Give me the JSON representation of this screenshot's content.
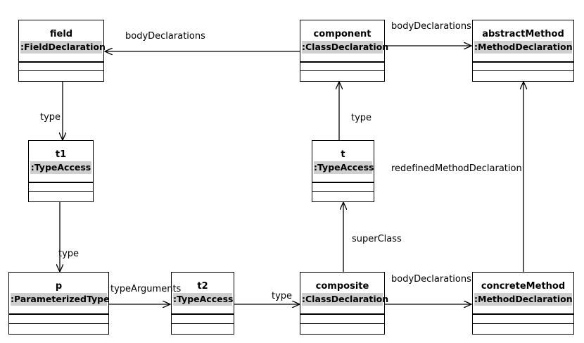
{
  "nodes": {
    "field": {
      "name": "field",
      "type": ":FieldDeclaration"
    },
    "component": {
      "name": "component",
      "type": ":ClassDeclaration"
    },
    "abstractMethod": {
      "name": "abstractMethod",
      "type": ":MethodDeclaration"
    },
    "t1": {
      "name": "t1",
      "type": ":TypeAccess"
    },
    "t": {
      "name": "t",
      "type": ":TypeAccess"
    },
    "p": {
      "name": "p",
      "type": ":ParameterizedType"
    },
    "t2": {
      "name": "t2",
      "type": ":TypeAccess"
    },
    "composite": {
      "name": "composite",
      "type": ":ClassDeclaration"
    },
    "concreteMethod": {
      "name": "concreteMethod",
      "type": ":MethodDeclaration"
    }
  },
  "edges": {
    "component_field": "bodyDeclarations",
    "component_abstract": "bodyDeclarations",
    "field_t1": "type",
    "t_component": "type",
    "concrete_abstract": "redefinedMethodDeclaration",
    "t1_p": "type",
    "composite_t": "superClass",
    "p_t2": "typeArguments",
    "t2_composite": "type",
    "composite_concrete": "bodyDeclarations"
  }
}
